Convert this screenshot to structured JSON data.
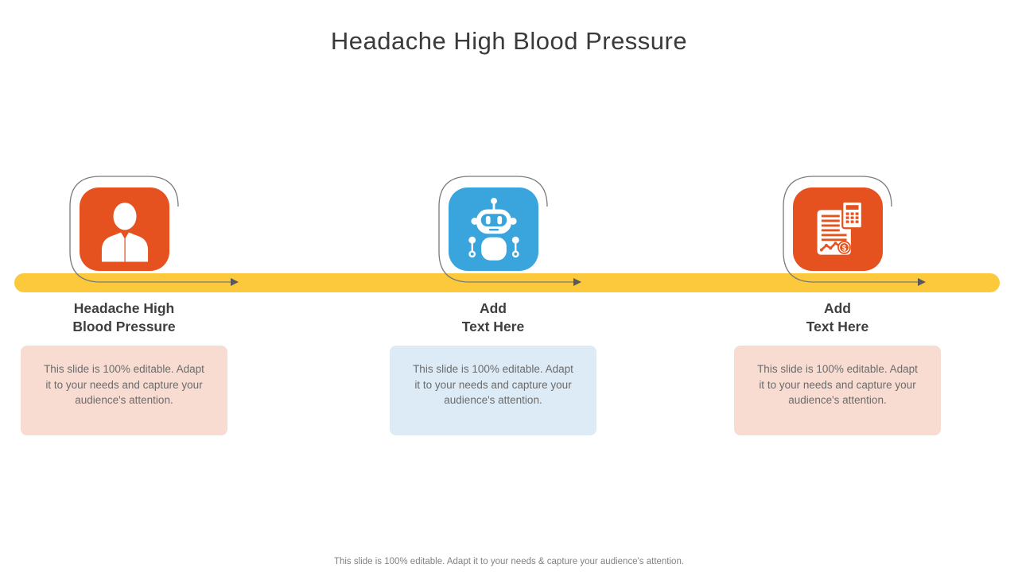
{
  "slide": {
    "title": "Headache High Blood Pressure",
    "footer": "This slide is 100% editable. Adapt it to your needs & capture your audience's attention.",
    "colors": {
      "accent_orange": "#E5521F",
      "accent_blue": "#3AA4DC",
      "timeline_yellow": "#FBC93B",
      "box_pink": "#F8DCD2",
      "box_light_blue": "#DCEBF5",
      "heading_text": "#3f3f3f",
      "body_text": "#6b6b6b",
      "connector_gray": "#7a7a7a"
    },
    "steps": [
      {
        "icon": "businessman-icon",
        "heading_line1": "Headache High",
        "heading_line2": "Blood Pressure",
        "description": "This slide is 100% editable. Adapt it to your needs and capture your audience's attention."
      },
      {
        "icon": "robot-icon",
        "heading_line1": "Add",
        "heading_line2": "Text Here",
        "description": "This slide is 100% editable. Adapt it to your needs and capture your audience's attention."
      },
      {
        "icon": "financial-report-icon",
        "heading_line1": "Add",
        "heading_line2": "Text Here",
        "description": "This slide is 100% editable. Adapt it to your needs and capture your audience's attention."
      }
    ]
  }
}
